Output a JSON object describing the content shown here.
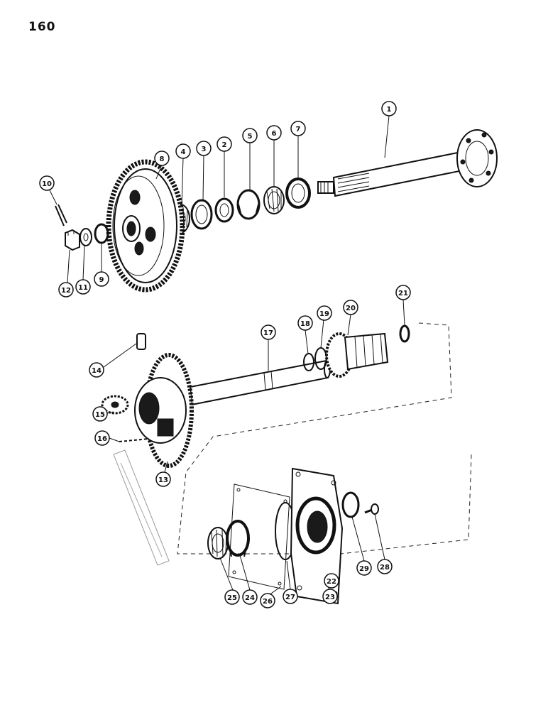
{
  "page": {
    "number": "160"
  },
  "callouts": [
    {
      "id": "c1",
      "label": "1"
    },
    {
      "id": "c2",
      "label": "2"
    },
    {
      "id": "c3",
      "label": "3"
    },
    {
      "id": "c4",
      "label": "4"
    },
    {
      "id": "c5",
      "label": "5"
    },
    {
      "id": "c6",
      "label": "6"
    },
    {
      "id": "c7",
      "label": "7"
    },
    {
      "id": "c8",
      "label": "8"
    },
    {
      "id": "c9",
      "label": "9"
    },
    {
      "id": "c10",
      "label": "10"
    },
    {
      "id": "c11",
      "label": "11"
    },
    {
      "id": "c12",
      "label": "12"
    },
    {
      "id": "c13",
      "label": "13"
    },
    {
      "id": "c14",
      "label": "14"
    },
    {
      "id": "c15",
      "label": "15"
    },
    {
      "id": "c16",
      "label": "16"
    },
    {
      "id": "c17",
      "label": "17"
    },
    {
      "id": "c18",
      "label": "18"
    },
    {
      "id": "c19",
      "label": "19"
    },
    {
      "id": "c20",
      "label": "20"
    },
    {
      "id": "c21",
      "label": "21"
    },
    {
      "id": "c22",
      "label": "22"
    },
    {
      "id": "c23",
      "label": "23"
    },
    {
      "id": "c24",
      "label": "24"
    },
    {
      "id": "c25",
      "label": "25"
    },
    {
      "id": "c26",
      "label": "26"
    },
    {
      "id": "c27",
      "label": "27"
    },
    {
      "id": "c28",
      "label": "28"
    },
    {
      "id": "c29",
      "label": "29"
    }
  ]
}
